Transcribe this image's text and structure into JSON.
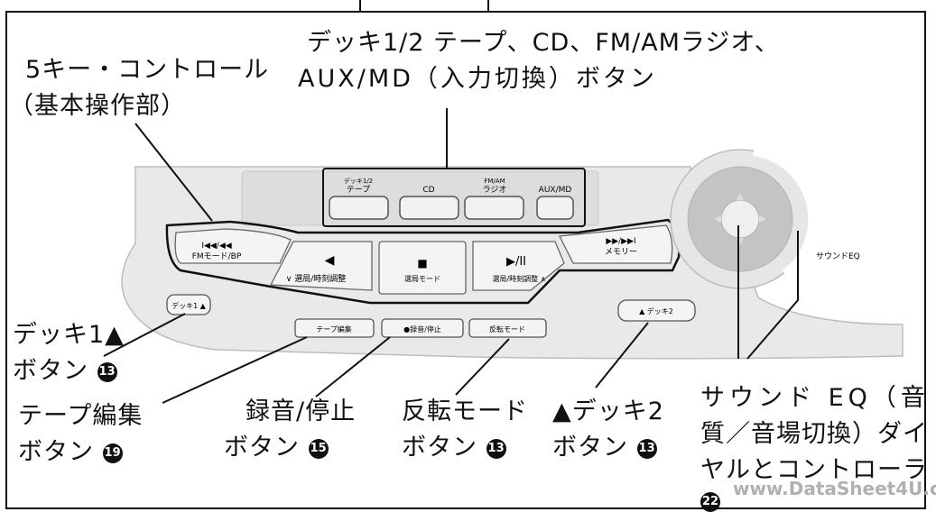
{
  "callouts": {
    "deck_buttons_line1": "デッキ1/2 テープ、CD、FM/AMラジオ、",
    "deck_buttons_line2": "AUX/MD（入力切換）ボタン",
    "five_key_line1": "5キー・コントロール",
    "five_key_line2": "（基本操作部）",
    "deck1_eject_line1": "デッキ1▲",
    "deck1_eject_line2": "ボタン",
    "deck1_eject_ref": "13",
    "tape_edit_line1": "テープ編集",
    "tape_edit_line2": "ボタン",
    "tape_edit_ref": "19",
    "rec_stop_line1": "録音/停止",
    "rec_stop_line2": "ボタン",
    "rec_stop_ref": "15",
    "reverse_line1": "反転モード",
    "reverse_line2": "ボタン",
    "reverse_ref": "13",
    "deck2_eject_line1": "▲デッキ2",
    "deck2_eject_line2": "ボタン",
    "deck2_eject_ref": "13",
    "sound_eq_line1": "サウンド EQ（音",
    "sound_eq_line2": "質／音場切換）ダイ",
    "sound_eq_line3": "ヤルとコントローラ",
    "sound_eq_ref": "22"
  },
  "panel": {
    "tape_small": "デッキ1/2",
    "tape": "テープ",
    "cd": "CD",
    "fmam_small": "FM/AM",
    "radio": "ラジオ",
    "aux": "AUX/MD",
    "prev_symbol": "I◀◀/◀◀",
    "prev_label": "FMモード/BP",
    "next_symbol": "▶▶/▶▶I",
    "next_label": "メモリー",
    "down_symbol": "◀",
    "down_label": "∨  選局/時刻調整",
    "stop_symbol": "■",
    "stop_label": "選局モード",
    "play_symbol": "▶/II",
    "play_label": "選局/時刻調整  ∧",
    "deck1": "デッキ1 ▲",
    "deck2": "▲ デッキ2",
    "tape_edit": "テープ編集",
    "rec_stop": "●録音/停止",
    "reverse": "反転モード",
    "sound_eq": "サウンドEQ"
  },
  "watermark": "www.DataSheet4U.c"
}
